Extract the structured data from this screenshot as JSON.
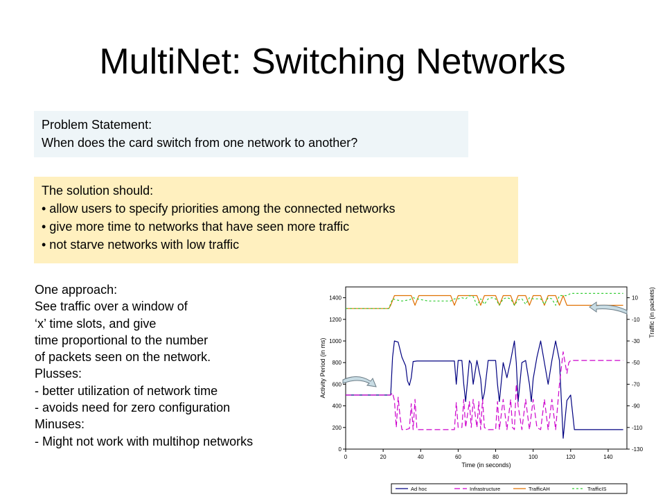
{
  "slide": {
    "title": "MultiNet: Switching Networks",
    "problem": {
      "heading": "Problem Statement:",
      "text": "When does the card switch from one network to another?"
    },
    "solution": {
      "heading": "The solution should:",
      "bullets": [
        "• allow users to specify priorities among the connected networks",
        "• give more time to networks that have seen more traffic",
        "• not starve networks with low traffic"
      ]
    },
    "approach": {
      "lines": [
        "One approach:",
        "See traffic over a window of",
        "‘x’ time slots, and give",
        "time proportional to the number",
        "of packets seen on the network.",
        "Plusses:",
        "- better utilization of network time",
        "- avoids need for zero configuration",
        "Minuses:",
        "- Might not work with multihop networks"
      ]
    }
  },
  "chart_data": {
    "type": "line",
    "xlabel": "Time (in seconds)",
    "ylabel_left": "Activity Period (in ms)",
    "ylabel_right": "Traffic (in packets)",
    "xlim": [
      0,
      150
    ],
    "ylim_left": [
      0,
      1500
    ],
    "ylim_right": [
      -130,
      20
    ],
    "xticks": [
      0,
      20,
      40,
      60,
      80,
      100,
      120,
      140
    ],
    "yticks_left": [
      0,
      200,
      400,
      600,
      800,
      1000,
      1200,
      1400
    ],
    "yticks_right": [
      -130,
      -110,
      -90,
      -70,
      -50,
      -30,
      -10,
      10
    ],
    "legend_position": "bottom",
    "series": [
      {
        "name": "Ad hoc",
        "axis": "left",
        "color": "#000080",
        "dash": "",
        "points": [
          [
            0,
            500
          ],
          [
            24,
            500
          ],
          [
            25,
            850
          ],
          [
            26,
            1000
          ],
          [
            28,
            990
          ],
          [
            30,
            850
          ],
          [
            32,
            770
          ],
          [
            33,
            630
          ],
          [
            34,
            590
          ],
          [
            35,
            660
          ],
          [
            36,
            810
          ],
          [
            38,
            815
          ],
          [
            58,
            815
          ],
          [
            59,
            600
          ],
          [
            60,
            820
          ],
          [
            62,
            820
          ],
          [
            63,
            600
          ],
          [
            64,
            440
          ],
          [
            66,
            820
          ],
          [
            67,
            790
          ],
          [
            68,
            600
          ],
          [
            70,
            820
          ],
          [
            72,
            650
          ],
          [
            73,
            450
          ],
          [
            74,
            520
          ],
          [
            76,
            820
          ],
          [
            78,
            820
          ],
          [
            80,
            820
          ],
          [
            81,
            600
          ],
          [
            82,
            440
          ],
          [
            84,
            800
          ],
          [
            86,
            660
          ],
          [
            88,
            820
          ],
          [
            90,
            1000
          ],
          [
            91,
            800
          ],
          [
            92,
            440
          ],
          [
            94,
            800
          ],
          [
            96,
            820
          ],
          [
            98,
            600
          ],
          [
            99,
            440
          ],
          [
            100,
            650
          ],
          [
            102,
            850
          ],
          [
            104,
            1000
          ],
          [
            106,
            800
          ],
          [
            108,
            600
          ],
          [
            110,
            820
          ],
          [
            112,
            1000
          ],
          [
            114,
            820
          ],
          [
            116,
            100
          ],
          [
            118,
            450
          ],
          [
            120,
            500
          ],
          [
            122,
            180
          ],
          [
            148,
            180
          ]
        ]
      },
      {
        "name": "Infrastructure",
        "axis": "left",
        "color": "#cc00cc",
        "dash": "8,4",
        "points": [
          [
            0,
            500
          ],
          [
            24,
            500
          ],
          [
            25,
            520
          ],
          [
            26,
            450
          ],
          [
            27,
            200
          ],
          [
            28,
            480
          ],
          [
            29,
            300
          ],
          [
            30,
            180
          ],
          [
            32,
            180
          ],
          [
            34,
            190
          ],
          [
            35,
            420
          ],
          [
            36,
            180
          ],
          [
            37,
            460
          ],
          [
            38,
            180
          ],
          [
            58,
            180
          ],
          [
            59,
            430
          ],
          [
            60,
            200
          ],
          [
            62,
            200
          ],
          [
            63,
            460
          ],
          [
            64,
            200
          ],
          [
            66,
            440
          ],
          [
            67,
            200
          ],
          [
            68,
            460
          ],
          [
            70,
            200
          ],
          [
            71,
            440
          ],
          [
            72,
            180
          ],
          [
            73,
            460
          ],
          [
            74,
            200
          ],
          [
            76,
            180
          ],
          [
            80,
            180
          ],
          [
            81,
            440
          ],
          [
            82,
            180
          ],
          [
            84,
            460
          ],
          [
            86,
            180
          ],
          [
            88,
            460
          ],
          [
            89,
            200
          ],
          [
            90,
            180
          ],
          [
            91,
            600
          ],
          [
            92,
            400
          ],
          [
            94,
            180
          ],
          [
            96,
            460
          ],
          [
            98,
            180
          ],
          [
            100,
            460
          ],
          [
            102,
            200
          ],
          [
            104,
            180
          ],
          [
            106,
            460
          ],
          [
            108,
            180
          ],
          [
            110,
            460
          ],
          [
            112,
            180
          ],
          [
            114,
            600
          ],
          [
            116,
            900
          ],
          [
            118,
            700
          ],
          [
            119,
            800
          ],
          [
            120,
            820
          ],
          [
            148,
            820
          ]
        ]
      },
      {
        "name": "TrafficAH",
        "axis": "left",
        "color": "#e07000",
        "dash": "",
        "points": [
          [
            0,
            1300
          ],
          [
            23,
            1300
          ],
          [
            24,
            1330
          ],
          [
            26,
            1420
          ],
          [
            35,
            1420
          ],
          [
            37,
            1330
          ],
          [
            39,
            1420
          ],
          [
            56,
            1420
          ],
          [
            58,
            1330
          ],
          [
            60,
            1420
          ],
          [
            70,
            1420
          ],
          [
            72,
            1330
          ],
          [
            74,
            1420
          ],
          [
            80,
            1420
          ],
          [
            82,
            1330
          ],
          [
            84,
            1420
          ],
          [
            88,
            1420
          ],
          [
            90,
            1330
          ],
          [
            92,
            1420
          ],
          [
            96,
            1420
          ],
          [
            98,
            1330
          ],
          [
            100,
            1420
          ],
          [
            104,
            1420
          ],
          [
            106,
            1330
          ],
          [
            108,
            1420
          ],
          [
            112,
            1420
          ],
          [
            114,
            1330
          ],
          [
            116,
            1420
          ],
          [
            118,
            1330
          ],
          [
            148,
            1330
          ]
        ]
      },
      {
        "name": "TrafficIS",
        "axis": "left",
        "color": "#33cc33",
        "dash": "3,3",
        "points": [
          [
            0,
            1300
          ],
          [
            23,
            1300
          ],
          [
            25,
            1390
          ],
          [
            27,
            1380
          ],
          [
            30,
            1370
          ],
          [
            34,
            1380
          ],
          [
            36,
            1400
          ],
          [
            38,
            1390
          ],
          [
            44,
            1370
          ],
          [
            56,
            1370
          ],
          [
            58,
            1390
          ],
          [
            60,
            1390
          ],
          [
            62,
            1400
          ],
          [
            64,
            1390
          ],
          [
            66,
            1420
          ],
          [
            68,
            1410
          ],
          [
            70,
            1330
          ],
          [
            72,
            1390
          ],
          [
            74,
            1340
          ],
          [
            76,
            1390
          ],
          [
            78,
            1400
          ],
          [
            80,
            1390
          ],
          [
            82,
            1330
          ],
          [
            84,
            1390
          ],
          [
            86,
            1400
          ],
          [
            88,
            1390
          ],
          [
            90,
            1330
          ],
          [
            92,
            1380
          ],
          [
            94,
            1390
          ],
          [
            96,
            1340
          ],
          [
            98,
            1400
          ],
          [
            100,
            1390
          ],
          [
            104,
            1390
          ],
          [
            106,
            1340
          ],
          [
            108,
            1400
          ],
          [
            110,
            1390
          ],
          [
            112,
            1330
          ],
          [
            114,
            1420
          ],
          [
            118,
            1420
          ],
          [
            120,
            1440
          ],
          [
            148,
            1440
          ]
        ]
      }
    ]
  },
  "colors": {
    "problem_bg": "#eef5f8",
    "solution_bg": "#fff0bf",
    "arrow_fill": "#c8dce4",
    "arrow_stroke": "#6b7c86"
  }
}
